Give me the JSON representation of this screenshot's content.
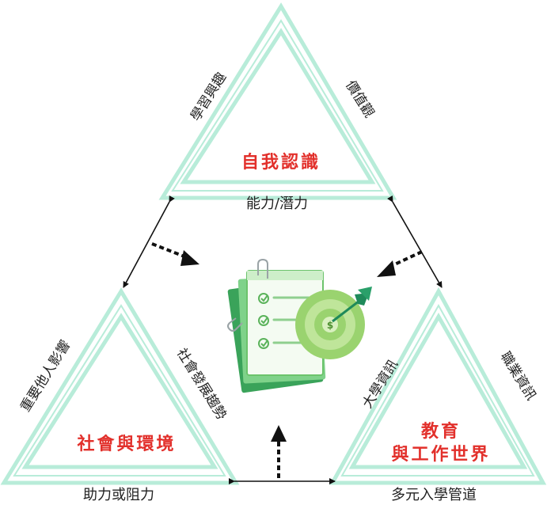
{
  "top_triangle": {
    "title": "自我認識",
    "left_side": "學習興趣",
    "right_side": "價值觀",
    "base": "能力/潛力"
  },
  "left_triangle": {
    "title": "社會與環境",
    "left_side": "重要他人影響",
    "right_side": "社會發展趨勢",
    "base": "助力或阻力"
  },
  "right_triangle": {
    "title_line1": "教育",
    "title_line2": "與工作世界",
    "left_side": "大學資訊",
    "right_side": "職業資訊",
    "base": "多元入學管道"
  },
  "colors": {
    "triangle_outline": "#b8ecd9",
    "title_red": "#e2302b",
    "clipboard_green": "#6cc36c",
    "target_green": "#8fd16b"
  },
  "icons": [
    "clipboard-checklist-icon",
    "target-dollar-icon",
    "paperclip-icon"
  ]
}
